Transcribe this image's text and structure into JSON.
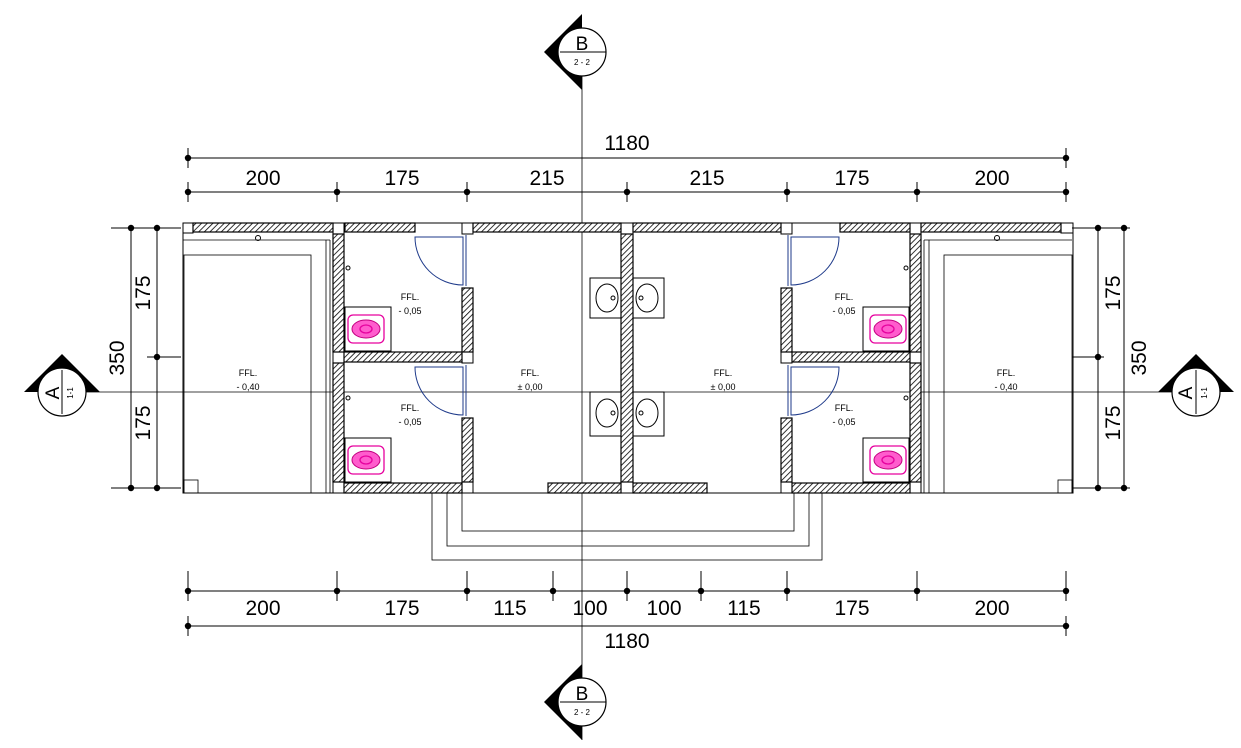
{
  "dimensions": {
    "top_total": "1180",
    "top": [
      "200",
      "175",
      "215",
      "215",
      "175",
      "200"
    ],
    "bottom": [
      "200",
      "175",
      "115",
      "100",
      "100",
      "115",
      "175",
      "200"
    ],
    "bottom_total": "1180",
    "side_total": "350",
    "side_parts": [
      "175",
      "175"
    ]
  },
  "levels": {
    "ffl_label": "FFL.",
    "wet_room": "- 0,05",
    "corridor": "± 0,00",
    "side_room": "- 0,40"
  },
  "section_marks": {
    "a_letter": "A",
    "a_ref": "1-1",
    "b_letter": "B",
    "b_ref": "2 - 2"
  },
  "colors": {
    "line": "#000000",
    "door": "#1e3a8a",
    "toilet": "#e6009e"
  }
}
